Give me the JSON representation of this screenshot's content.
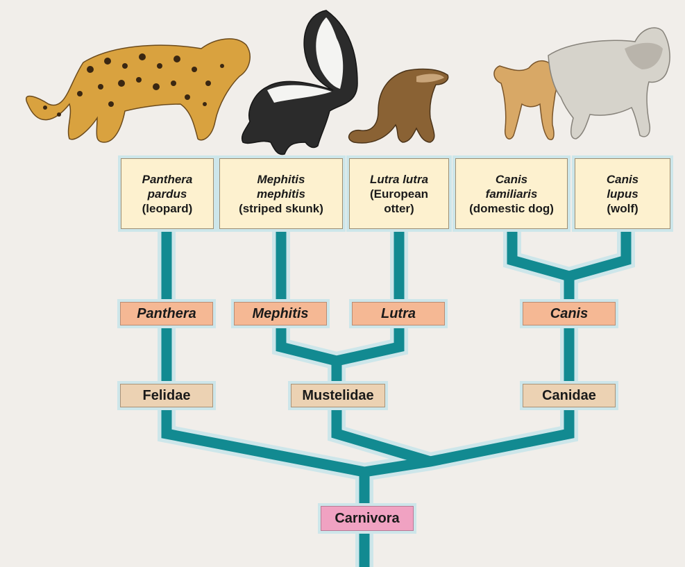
{
  "colors": {
    "background": "#f1eeea",
    "branch": "#128a91",
    "branch_glow": "#cde6ea",
    "species_box": "#fdf1cf",
    "genus_box": "#f5b894",
    "family_box": "#ecd2b3",
    "order_box": "#f0a2c2"
  },
  "species": [
    {
      "latin_1": "Panthera",
      "latin_2": "pardus",
      "common": "(leopard)",
      "illustration": "leopard-illustration"
    },
    {
      "latin_1": "Mephitis",
      "latin_2": "mephitis",
      "common": "(striped skunk)",
      "illustration": "skunk-illustration"
    },
    {
      "latin_1": "Lutra lutra",
      "latin_2": "",
      "common_1": "(European",
      "common_2": "otter)",
      "illustration": "otter-illustration"
    },
    {
      "latin_1": "Canis",
      "latin_2": "familiaris",
      "common": "(domestic dog)",
      "illustration": "dog-illustration"
    },
    {
      "latin_1": "Canis",
      "latin_2": "lupus",
      "common": "(wolf)",
      "illustration": "wolf-illustration"
    }
  ],
  "genera": [
    "Panthera",
    "Mephitis",
    "Lutra",
    "Canis"
  ],
  "families": [
    "Felidae",
    "Mustelidae",
    "Canidae"
  ],
  "order": "Carnivora"
}
